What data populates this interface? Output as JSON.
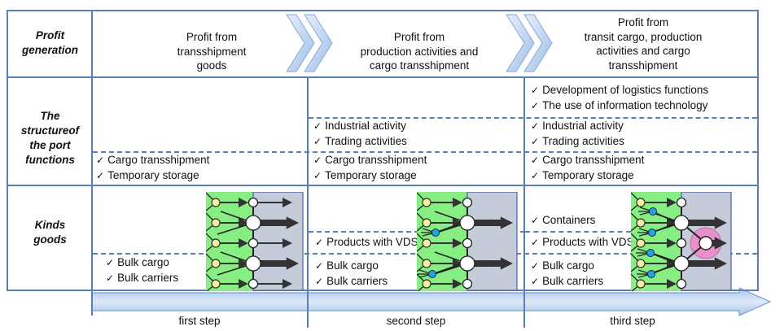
{
  "row_labels": {
    "profit": "Profit generation",
    "structure": "The structureof the port functions",
    "kinds": "Kinds goods"
  },
  "profit_headers": [
    {
      "lines": [
        "Profit from",
        "transshipment",
        "goods"
      ]
    },
    {
      "lines": [
        "Profit from",
        "production activities and",
        "cargo transshipment"
      ]
    },
    {
      "lines": [
        "Profit from",
        "transit cargo, production",
        "activities and cargo",
        "transshipment"
      ]
    }
  ],
  "structure": {
    "step1": {
      "base": [
        "Cargo transshipment",
        "Temporary storage"
      ]
    },
    "step2": {
      "production": [
        "Industrial activity",
        "Trading activities"
      ],
      "base": [
        "Cargo transshipment",
        "Temporary storage"
      ]
    },
    "step3": {
      "logistics": [
        "Development of logistics functions",
        "The use of information technology"
      ],
      "production": [
        "Industrial activity",
        "Trading activities"
      ],
      "base": [
        "Cargo transshipment",
        "Temporary storage"
      ]
    }
  },
  "kinds": {
    "step1": {
      "bulk": [
        "Bulk cargo",
        "Bulk carriers"
      ]
    },
    "step2": {
      "vds": [
        "Products with VDS"
      ],
      "bulk": [
        "Bulk cargo",
        "Bulk carriers"
      ]
    },
    "step3": {
      "containers": [
        "Containers"
      ],
      "vds": [
        "Products with VDS"
      ],
      "bulk": [
        "Bulk cargo",
        "Bulk carriers"
      ]
    }
  },
  "steps": [
    "first step",
    "second step",
    "third step"
  ],
  "colors": {
    "border": "#5a7fb5",
    "flow_green": "#86ee82",
    "flow_grey": "#c3ccd8",
    "node_yellow": "#f6eea0",
    "node_blue": "#1fa6e0",
    "node_pink": "#ee86c8",
    "arrow_fill": "#c7dbf5"
  }
}
